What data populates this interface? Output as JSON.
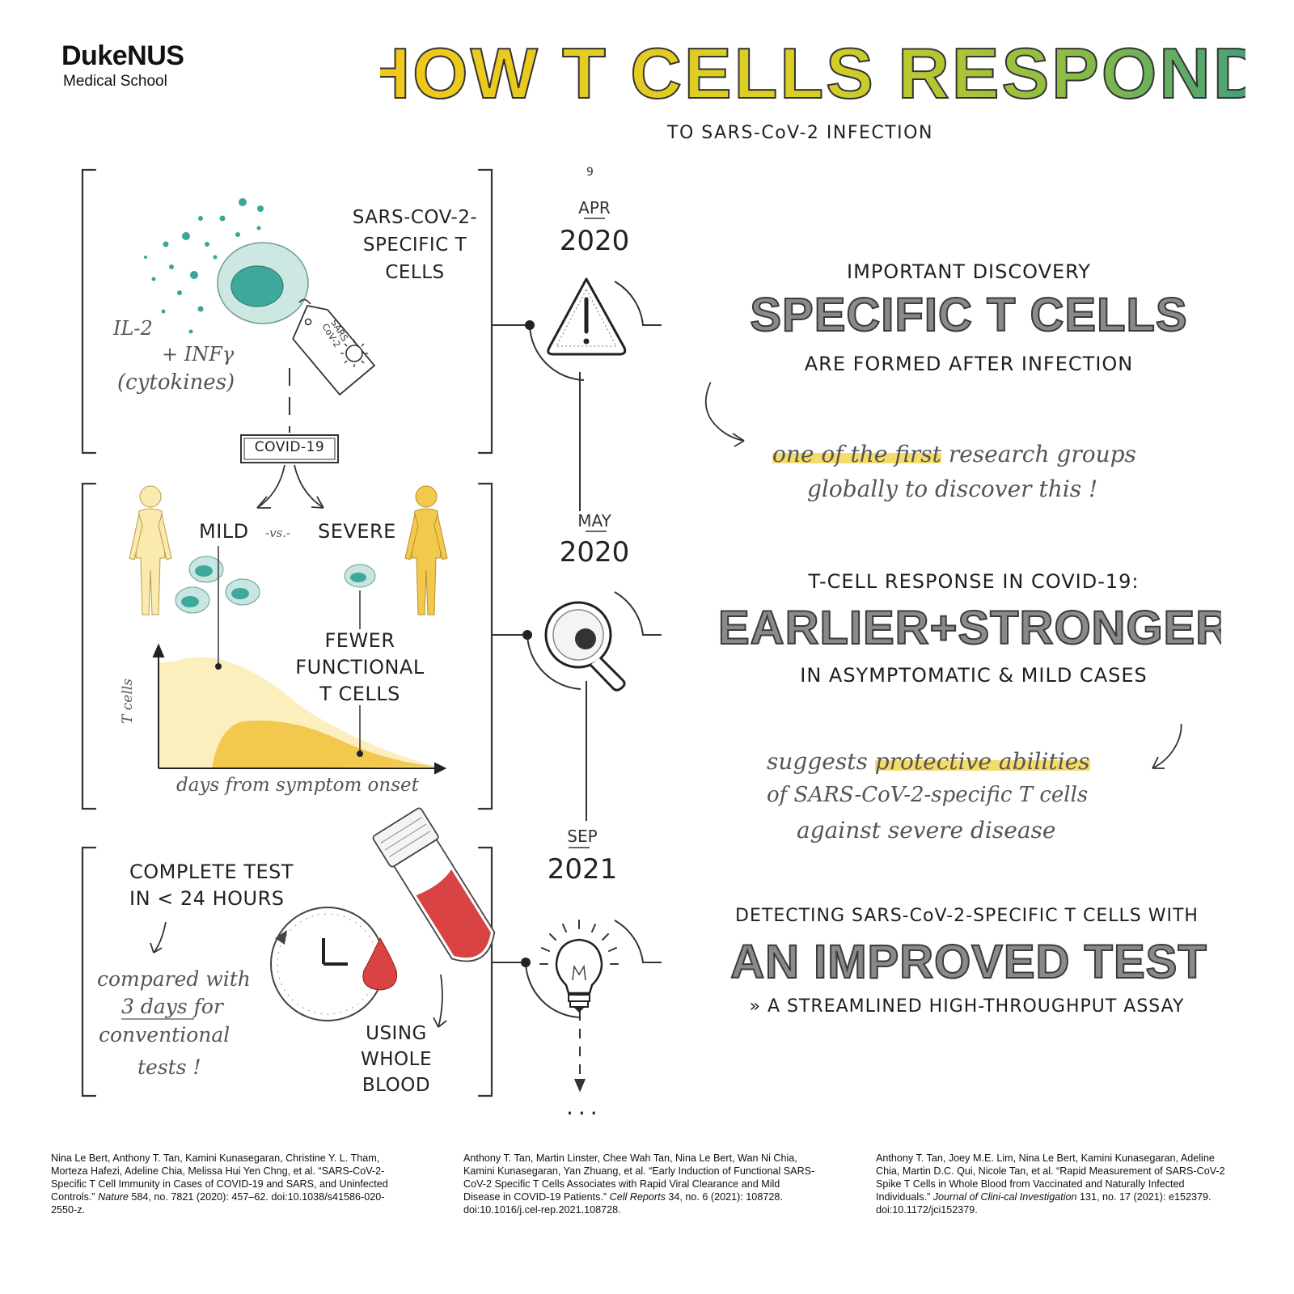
{
  "logo": {
    "name": "DukeNUS",
    "subtitle": "Medical School"
  },
  "title": "HOW T CELLS RESPOND",
  "subtitle": "TO SARS-CoV-2 INFECTION",
  "colors": {
    "title_start": "#f2c81a",
    "title_mid": "#d9cf22",
    "title_end": "#4aa27a",
    "teal": "#3aa69a",
    "cell_fill": "#c7e5e1",
    "yellow_light": "#fbeeb5",
    "yellow_dark": "#f2c94c",
    "blood": "#d94343"
  },
  "panel1": {
    "label": "SARS-CoV-2-SPECIFIC T CELLS",
    "cytokines": [
      "IL-2",
      "+ INFγ",
      "(cytokines)"
    ],
    "tag": "SARS CoV-2",
    "covid_box": "COVID-19"
  },
  "panel2": {
    "mild": "MILD",
    "vs": "-vs.-",
    "severe": "SEVERE",
    "fewer": "FEWER FUNCTIONAL T CELLS",
    "y_axis": "T cells",
    "x_axis": "days from symptom onset"
  },
  "panel3": {
    "complete": "COMPLETE TEST IN < 24 HOURS",
    "compared": [
      "compared with",
      "3 days for",
      "conventional",
      "tests !"
    ],
    "blood": "USING WHOLE BLOOD"
  },
  "timeline": [
    {
      "day": "9",
      "month": "APR",
      "year": "2020",
      "icon": "warning-icon",
      "card_small_top": "IMPORTANT DISCOVERY",
      "card_big": "SPECIFIC T CELLS",
      "card_small_bottom": "ARE FORMED AFTER INFECTION",
      "note_highlight": "one of the first",
      "note_rest": "research groups",
      "note_line2": "globally to discover this !"
    },
    {
      "day": "",
      "month": "MAY",
      "year": "2020",
      "icon": "magnifier-icon",
      "card_small_top": "T-CELL RESPONSE IN COVID-19:",
      "card_big": "EARLIER+STRONGER",
      "card_small_bottom": "IN ASYMPTOMATIC & MILD CASES",
      "note_pre": "suggests",
      "note_highlight": "protective abilities",
      "note_line2": "of SARS-CoV-2-specific T cells",
      "note_line3": "against severe disease"
    },
    {
      "day": "",
      "month": "SEP",
      "year": "2021",
      "icon": "lightbulb-icon",
      "card_small_top": "DETECTING SARS-CoV-2-SPECIFIC T CELLS WITH",
      "card_big": "AN IMPROVED TEST",
      "card_small_bottom": "» A STREAMLINED HIGH-THROUGHPUT ASSAY"
    }
  ],
  "timeline_end": "...",
  "references": [
    {
      "text": "Nina Le Bert, Anthony T. Tan, Kamini Kunasegaran, Christine Y. L. Tham, Morteza Hafezi, Adeline Chia, Melissa Hui Yen Chng, et al. “SARS-CoV-2-Specific T Cell Immunity in Cases of COVID-19 and SARS, and Uninfected Controls.”",
      "journal": "Nature",
      "tail": "584, no. 7821 (2020): 457–62. doi:10.1038/s41586-020-2550-z."
    },
    {
      "text": "Anthony T. Tan, Martin Linster, Chee Wah Tan, Nina Le Bert, Wan Ni Chia, Kamini Kunasegaran, Yan Zhuang, et al. “Early Induction of Functional SARS-CoV-2 Specific T Cells Associates with Rapid Viral Clearance and Mild Disease in COVID-19 Patients.”",
      "journal": "Cell Reports",
      "tail": "34, no. 6 (2021): 108728. doi:10.1016/j.cel-rep.2021.108728."
    },
    {
      "text": "Anthony T. Tan, Joey M.E. Lim, Nina Le Bert, Kamini Kunasegaran, Adeline Chia, Martin D.C. Qui, Nicole Tan, et al. “Rapid Measurement of SARS-CoV-2 Spike T Cells in Whole Blood from Vaccinated and Naturally Infected Individuals.”",
      "journal": "Journal of Clini-cal Investigation",
      "tail": "131, no. 17 (2021): e152379. doi:10.1172/jci152379."
    }
  ]
}
